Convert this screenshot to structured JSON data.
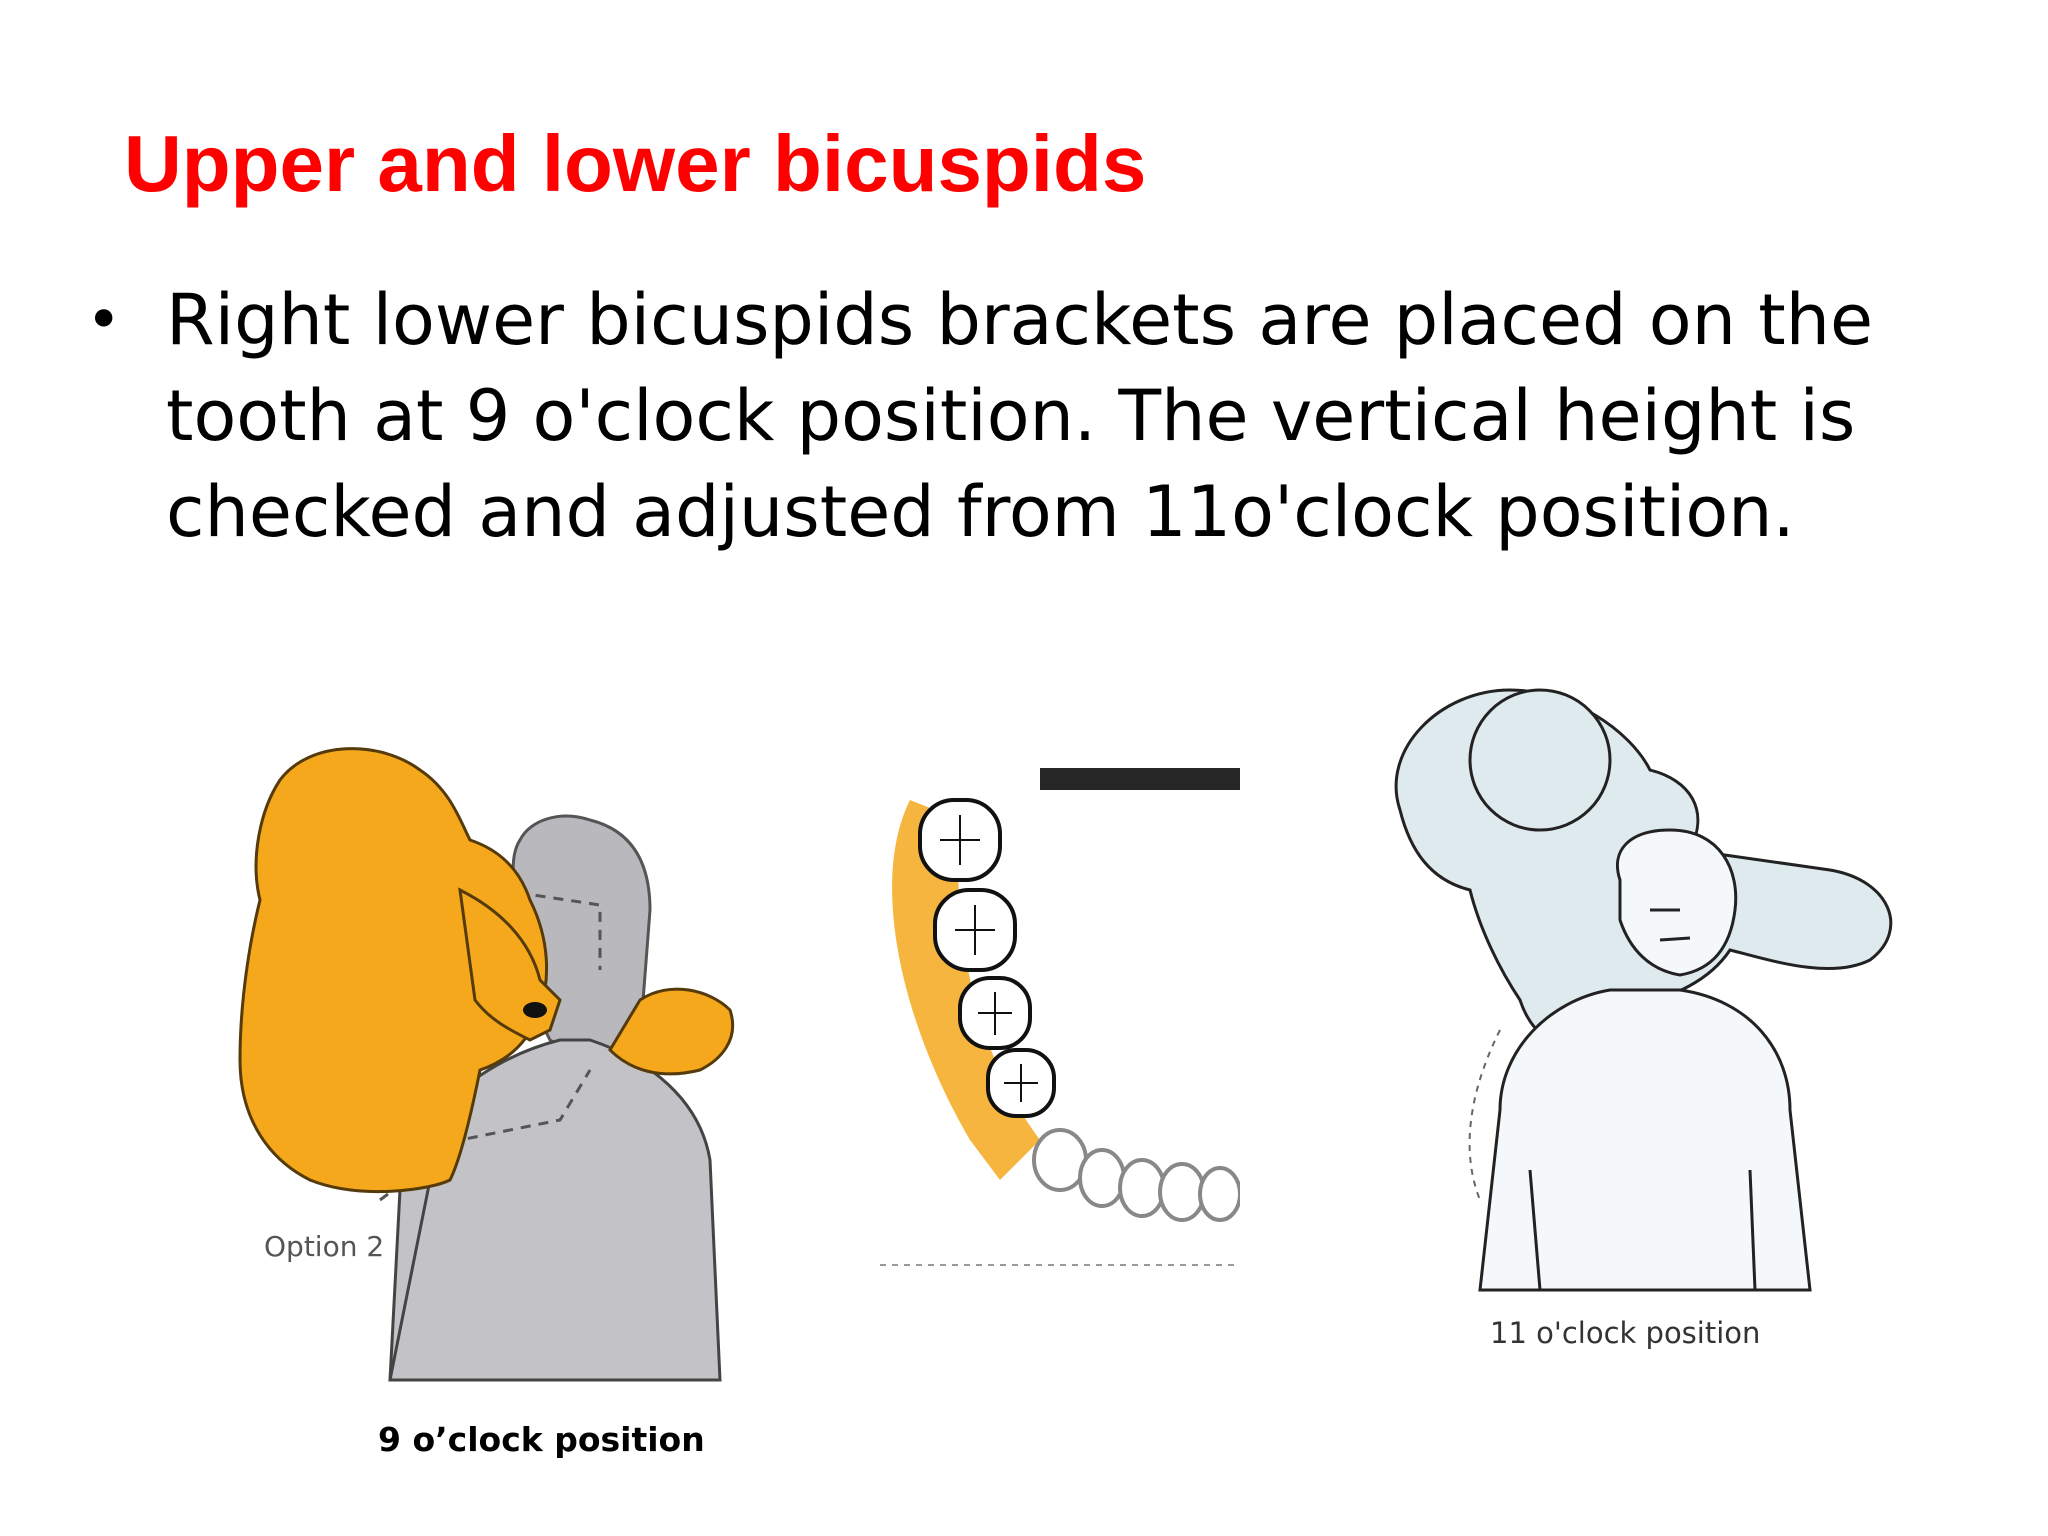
{
  "slide": {
    "title": "Upper and lower bicuspids",
    "bullets": [
      "Right lower bicuspids brackets are placed on the tooth at 9 o'clock position. The vertical height is checked and adjusted from 11o'clock position."
    ],
    "bullet_symbol": "•",
    "title_color": "#ff0000"
  },
  "figures": {
    "left": {
      "inner_label": "Option 2",
      "caption": "9 o’clock position",
      "operator_color": "#f5a81c",
      "patient_color": "#b9b9bd"
    },
    "middle": {
      "highlight_color": "#f5a81c"
    },
    "right": {
      "inner_label": "11 o'clock position"
    }
  }
}
